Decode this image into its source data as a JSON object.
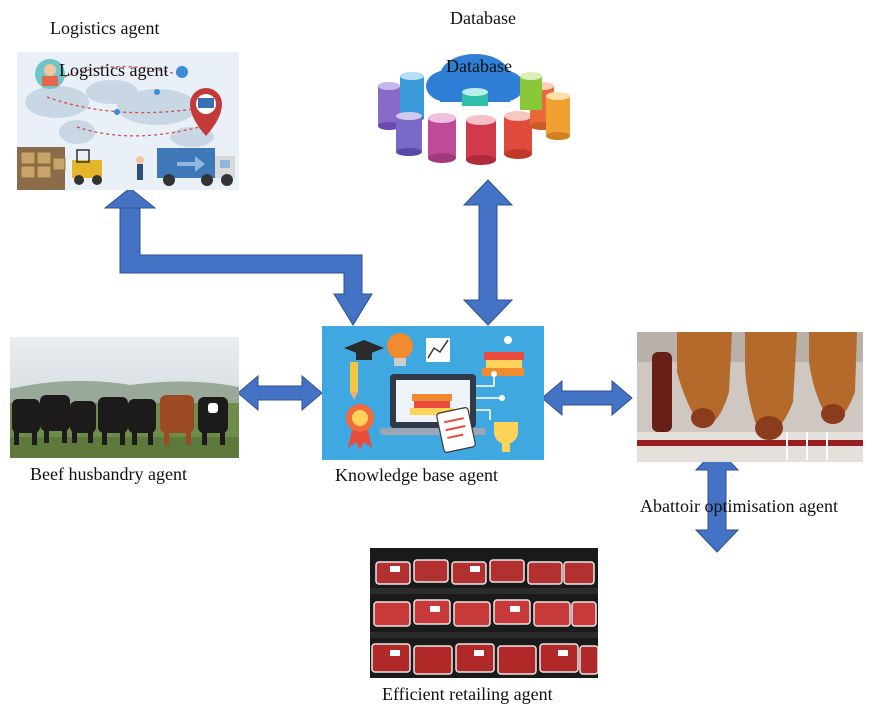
{
  "labels": {
    "logistics": "Logistics agent",
    "logistics_overlay": "Logistics agent",
    "database": "Database",
    "database_overlay": "Database",
    "beef": "Beef husbandry agent",
    "knowledge": "Knowledge base agent",
    "abattoir": "Abattoir optimisation agent",
    "retail": "Efficient retailing agent"
  },
  "colors": {
    "arrow_fill": "#4472c4",
    "arrow_stroke": "#2f528f",
    "kb_background": "#40a8e0"
  },
  "icons": {
    "logistics": "world-map-logistics-icon",
    "database": "cloud-database-icon",
    "beef": "cattle-herd-photo",
    "knowledge": "knowledge-base-laptop-icon",
    "abattoir": "abattoir-carcass-photo",
    "retail": "meat-display-shelf-photo"
  }
}
